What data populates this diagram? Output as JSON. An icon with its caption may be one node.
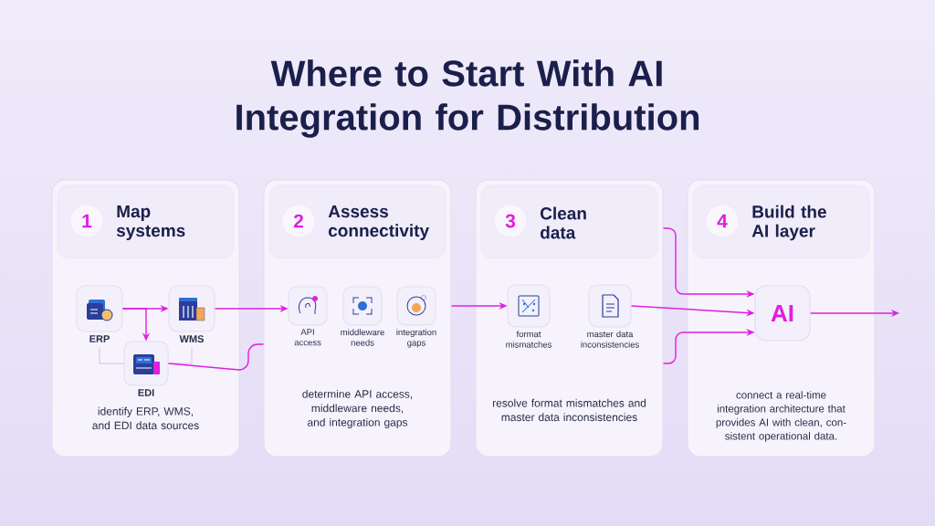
{
  "diagram": {
    "title": "Where to Start With AI Integration for Distribution",
    "nodes": [
      {
        "text": [
          "Map systems",
          "identify ERP, WMS, and EDI data sources"
        ]
      },
      {
        "text": [
          "1"
        ],
        "in": 0
      },
      {
        "text": [
          "ERP"
        ],
        "in": 0
      },
      {
        "text": [
          "WMS"
        ],
        "in": 0
      },
      {
        "text": [
          "EDI"
        ],
        "in": 0
      },
      {
        "text": [
          "Assess connectivity",
          "determine API access, middleware needs, and integration gaps"
        ]
      },
      {
        "text": [
          "2"
        ],
        "in": 5
      },
      {
        "text": [
          "API access"
        ],
        "in": 5
      },
      {
        "text": [
          "middleware needs"
        ],
        "in": 5
      },
      {
        "text": [
          "integration gaps"
        ],
        "in": 5
      },
      {
        "text": [
          "Clean data",
          "resolve format mismatches and master data inconsistencies"
        ]
      },
      {
        "text": [
          "3"
        ],
        "in": 10
      },
      {
        "text": [
          "format mismatches"
        ],
        "in": 10
      },
      {
        "text": [
          "master data inconsistencies"
        ],
        "in": 10
      },
      {
        "text": [
          "Build the AI layer",
          "connect a real-time integration architecture that provides AI with clean, con-sistent operational data."
        ]
      },
      {
        "text": [
          "4"
        ],
        "in": 14
      },
      {
        "text": [
          "AI"
        ],
        "in": 14
      }
    ],
    "edges": [
      {
        "from": 2,
        "to": 3,
        "arrow": "to"
      },
      {
        "from": 2,
        "to": 4,
        "arrow": "to"
      },
      {
        "from": 2,
        "to": 4,
        "arrow": "none",
        "color": "#e9b8f1"
      },
      {
        "from": 3,
        "to": 4,
        "arrow": "none",
        "color": "#e9b8f1"
      },
      {
        "from": 3,
        "to": 7,
        "arrow": "to"
      },
      {
        "from": 4,
        "to": 5,
        "arrow": "none"
      },
      {
        "from": 5,
        "to": 12,
        "arrow": "to"
      },
      {
        "from": 10,
        "to": 16,
        "arrow": "to"
      },
      {
        "from": 13,
        "to": 16,
        "arrow": "to"
      },
      {
        "from": 10,
        "to": 16,
        "arrow": "to"
      },
      {
        "from": 16,
        "to": null,
        "arrow": "to"
      }
    ]
  }
}
